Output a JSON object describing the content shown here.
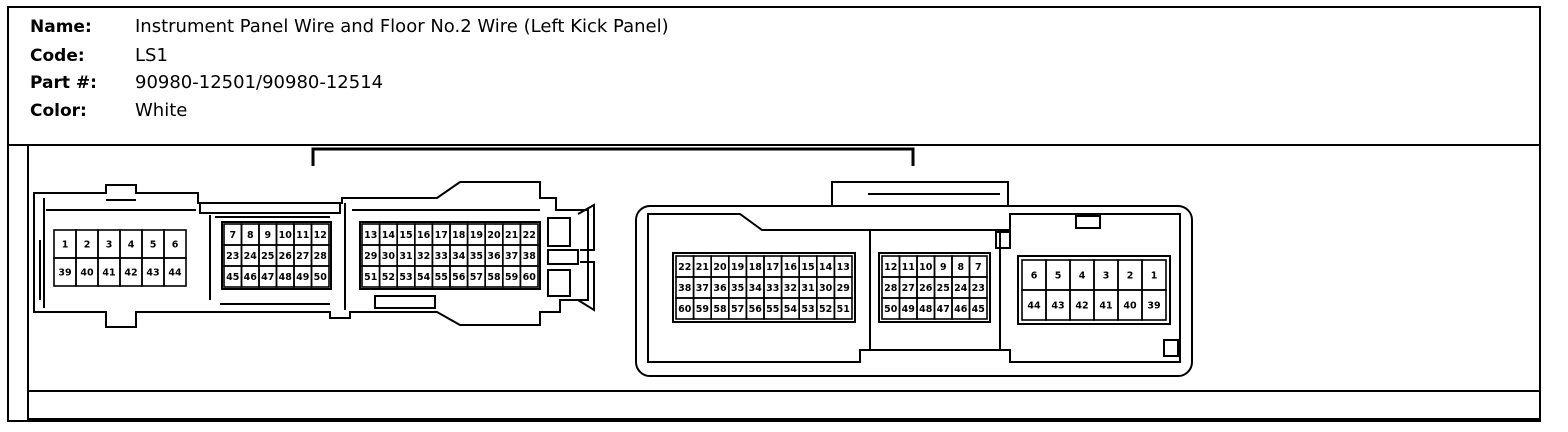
{
  "info": {
    "name_label": "Name:",
    "name_value": "Instrument Panel Wire and Floor No.2 Wire (Left Kick Panel)",
    "code_label": "Code:",
    "code_value": "LS1",
    "part_label": "Part #:",
    "part_value": "90980-12501/90980-12514",
    "color_label": "Color:",
    "color_value": "White"
  },
  "left_connector": {
    "block_a": [
      [
        "1",
        "2",
        "3",
        "4",
        "5",
        "6"
      ],
      [
        "39",
        "40",
        "41",
        "42",
        "43",
        "44"
      ]
    ],
    "block_b": [
      [
        "7",
        "8",
        "9",
        "10",
        "11",
        "12"
      ],
      [
        "23",
        "24",
        "25",
        "26",
        "27",
        "28"
      ],
      [
        "45",
        "46",
        "47",
        "48",
        "49",
        "50"
      ]
    ],
    "block_c": [
      [
        "13",
        "14",
        "15",
        "16",
        "17",
        "18",
        "19",
        "20",
        "21",
        "22"
      ],
      [
        "29",
        "30",
        "31",
        "32",
        "33",
        "34",
        "35",
        "36",
        "37",
        "38"
      ],
      [
        "51",
        "52",
        "53",
        "54",
        "55",
        "56",
        "57",
        "58",
        "59",
        "60"
      ]
    ]
  },
  "right_connector": {
    "block_a": [
      [
        "22",
        "21",
        "20",
        "19",
        "18",
        "17",
        "16",
        "15",
        "14",
        "13"
      ],
      [
        "38",
        "37",
        "36",
        "35",
        "34",
        "33",
        "32",
        "31",
        "30",
        "29"
      ],
      [
        "60",
        "59",
        "58",
        "57",
        "56",
        "55",
        "54",
        "53",
        "52",
        "51"
      ]
    ],
    "block_b": [
      [
        "12",
        "11",
        "10",
        "9",
        "8",
        "7"
      ],
      [
        "28",
        "27",
        "26",
        "25",
        "24",
        "23"
      ],
      [
        "50",
        "49",
        "48",
        "47",
        "46",
        "45"
      ]
    ],
    "block_c": [
      [
        "6",
        "5",
        "4",
        "3",
        "2",
        "1"
      ],
      [
        "44",
        "43",
        "42",
        "41",
        "40",
        "39"
      ]
    ]
  }
}
